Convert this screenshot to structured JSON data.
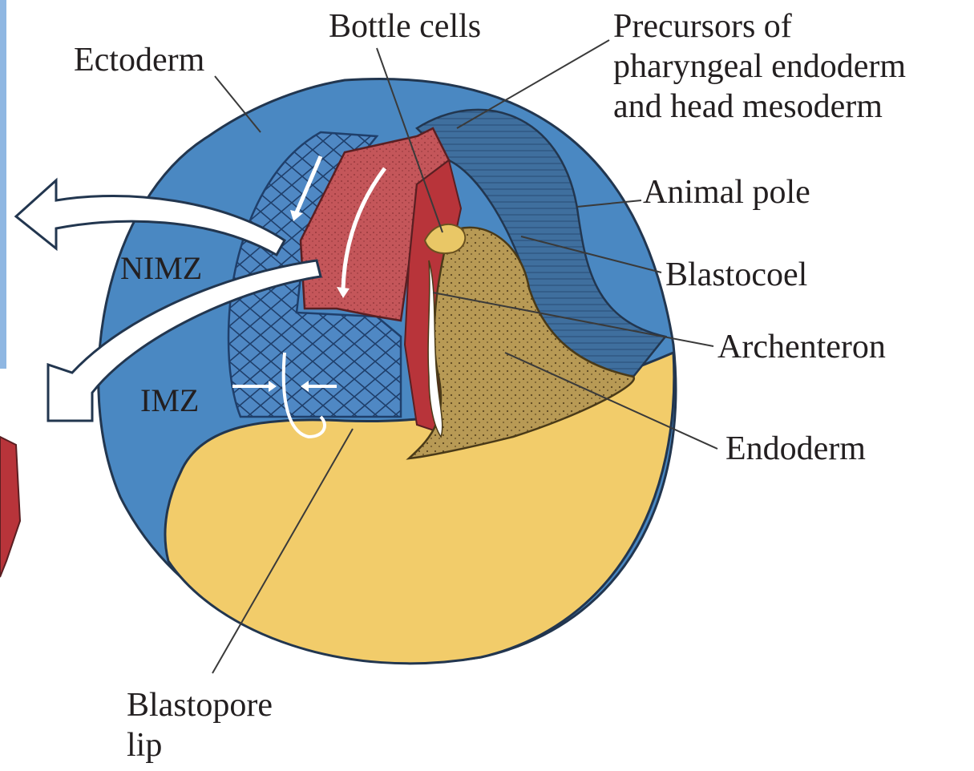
{
  "labels": {
    "ectoderm": "Ectoderm",
    "bottle_cells": "Bottle cells",
    "precursors": [
      "Precursors of",
      "pharyngeal endoderm",
      "and head mesoderm"
    ],
    "animal_pole": "Animal pole",
    "blastocoel": "Blastocoel",
    "archenteron": "Archenteron",
    "endoderm": "Endoderm",
    "nimz": "NIMZ",
    "imz": "IMZ",
    "blastopore_lip": [
      "Blastopore",
      "lip"
    ]
  },
  "colors": {
    "ectoderm_blue": "#4a88c2",
    "mesoderm_red": "#c4565a",
    "yolk_yellow": "#f2cc6a",
    "endoderm_brown": "#b89a55",
    "line_color": "#3a3a3a",
    "arrow_fill": "#ffffff"
  },
  "icons": {
    "involution_arrow": "curved-white-arrow",
    "convergence_arrows": "white-arrows"
  }
}
